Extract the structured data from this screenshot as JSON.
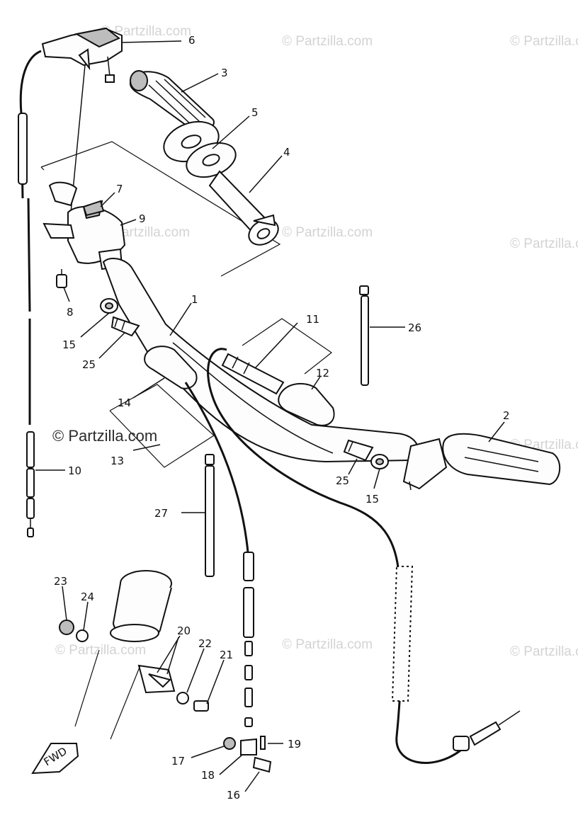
{
  "watermarks": {
    "main": "© Partzilla.com",
    "faint": "© Partzilla.com"
  },
  "fwd_label": "FWD",
  "callouts": {
    "c1": "1",
    "c2": "2",
    "c3": "3",
    "c4": "4",
    "c5": "5",
    "c6": "6",
    "c7": "7",
    "c8": "8",
    "c9": "9",
    "c10": "10",
    "c11": "11",
    "c12": "12",
    "c13": "13",
    "c14": "14",
    "c15a": "15",
    "c15b": "15",
    "c16": "16",
    "c17": "17",
    "c18": "18",
    "c19": "19",
    "c20": "20",
    "c21": "21",
    "c22": "22",
    "c23": "23",
    "c24": "24",
    "c25a": "25",
    "c25b": "25",
    "c26": "26",
    "c27": "27"
  },
  "colors": {
    "ink": "#111111",
    "watermark": "#d3d3d3",
    "background": "#ffffff"
  }
}
